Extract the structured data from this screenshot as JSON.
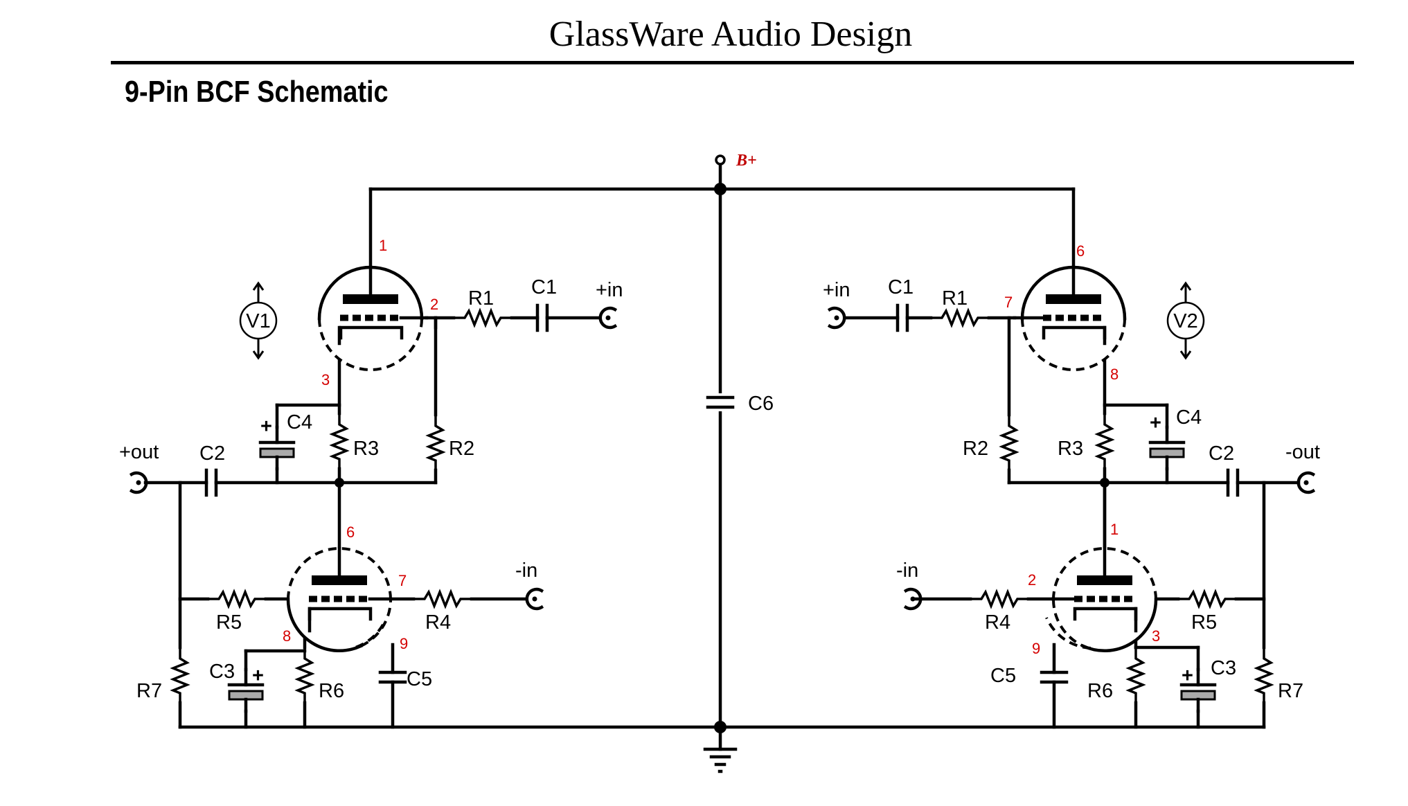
{
  "header": {
    "company": "GlassWare Audio Design",
    "section": "9-Pin BCF  Schematic"
  },
  "supply": {
    "label": "B+",
    "color": "#c00000"
  },
  "pin_color": "#d40000",
  "left": {
    "tube": "V1",
    "pins": {
      "p1": "1",
      "p2": "2",
      "p3": "3",
      "p6": "6",
      "p7": "7",
      "p8": "8",
      "p9": "9"
    },
    "labels": {
      "r1": "R1",
      "c1": "C1",
      "in_plus": "+in",
      "r2": "R2",
      "r3": "R3",
      "c4": "C4",
      "c4_plus": "+",
      "c2": "C2",
      "out_plus": "+out",
      "r5": "R5",
      "r4": "R4",
      "in_minus": "-in",
      "r7": "R7",
      "c3": "C3",
      "c3_plus": "+",
      "r6": "R6",
      "c5": "C5"
    }
  },
  "center": {
    "c6": "C6"
  },
  "right": {
    "tube": "V2",
    "pins": {
      "p6": "6",
      "p7": "7",
      "p8": "8",
      "p1": "1",
      "p2": "2",
      "p3": "3",
      "p9": "9"
    },
    "labels": {
      "in_plus": "+in",
      "c1": "C1",
      "r1": "R1",
      "r2": "R2",
      "r3": "R3",
      "c4": "C4",
      "c4_plus": "+",
      "c2": "C2",
      "out_minus": "-out",
      "in_minus": "-in",
      "r4": "R4",
      "r5": "R5",
      "c5": "C5",
      "r6": "R6",
      "c3": "C3",
      "c3_plus": "+",
      "r7": "R7"
    }
  }
}
